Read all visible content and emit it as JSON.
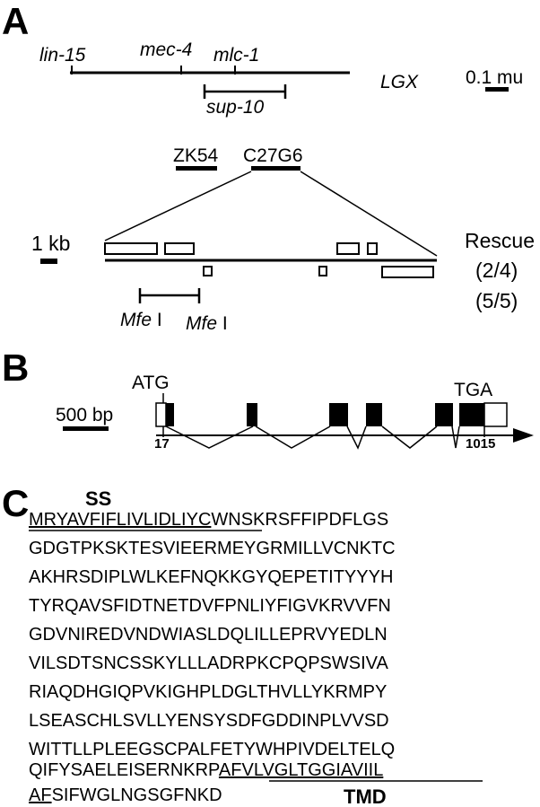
{
  "panels": {
    "a": "A",
    "b": "B",
    "c": "C"
  },
  "panel_a": {
    "genes": {
      "lin15": "lin-15",
      "mec4": "mec-4",
      "mlc1": "mlc-1",
      "sup10": "sup-10"
    },
    "chromosome": "LGX",
    "map_scale": "0.1 mu",
    "cosmids": {
      "zk54": "ZK54",
      "c27g6": "C27G6"
    },
    "kb_scale": "1 kb",
    "rescue_title": "Rescue",
    "rescue_values": [
      "(2/4)",
      "(5/5)"
    ],
    "mfe_labels": [
      {
        "name": "Mfe",
        "suffix": " I"
      },
      {
        "name": "Mfe",
        "suffix": " I"
      }
    ]
  },
  "panel_b": {
    "bp_scale": "500 bp",
    "start_codon": "ATG",
    "stop_codon": "TGA",
    "start_num": "17",
    "end_num": "1015"
  },
  "panel_c": {
    "signal_label": "SS",
    "tm_label": "TMD",
    "seq": {
      "l1_u": "MRYAVFIFLIVLIDLIYC",
      "l1_r": "WNSKRSFFIPDFLGS",
      "lines": [
        "GDGTPKSKTESVIEERMEYGRMILLVCNKTC",
        "AKHRSDIPLWLKEFNQKKGYQEPETITYYYH",
        "TYRQAVSFIDTNETDVFPNLIYFIGVKRVVFN",
        "GDVNIREDVNDWIASLDQLILLEPRVYEDLN",
        "VILSDTSNCSSKYLLLADRPKCPQPSWSIVA",
        "RIAQDHGIQPVKIGHPLDGLTHVLLYKRMPY",
        "LSEASCHLSVLLYENSYSDFGDDINPLVVSD",
        "WITTLLPLEEGSCPALFETYWHPIVDELTELQ"
      ],
      "l11_a": "QIFYSAELEISERNKRP",
      "l11_u": "AFVLVGLTGGIAVIIL",
      "l12_u": "AF",
      "l12_r": "SIFWGLNGSGFNKD"
    }
  }
}
